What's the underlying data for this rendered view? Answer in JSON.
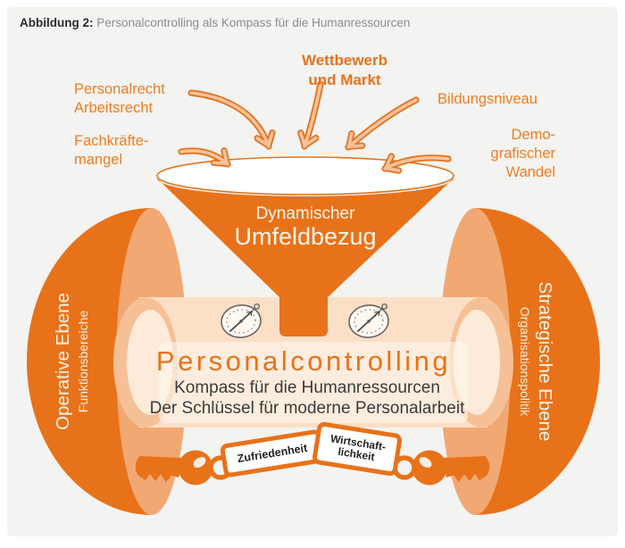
{
  "figure": {
    "title_label": "Abbildung 2:",
    "title_caption": "Personalcontrolling als Kompass für die Humanressourcen"
  },
  "factors": {
    "personalrecht": "Personalrecht\nArbeitsrecht",
    "fachkraeftemangel": "Fachkräfte-\nmangel",
    "wettbewerb_markt": "Wettbewerb\nund Markt",
    "bildungsniveau": "Bildungsniveau",
    "demografischer_wandel": "Demo-\ngrafischer\nWandel"
  },
  "funnel": {
    "line1": "Dynamischer",
    "line2": "Umfeldbezug"
  },
  "controlling": {
    "title": "Personalcontrolling",
    "subtitle1": "Kompass für die Humanressourcen",
    "subtitle2": "Der Schlüssel für moderne Personalarbeit"
  },
  "operative_ebene": {
    "title": "Operative Ebene",
    "subtitle": "Funktionsbereiche"
  },
  "strategische_ebene": {
    "title": "Strategische Ebene",
    "subtitle": "Organisationspolitik"
  },
  "keys": {
    "left_tag": "Zufriedenheit",
    "right_tag": "Wirtschaft-\nlichkeit"
  },
  "icons": {
    "compass": "compass-icon",
    "key": "key-icon"
  },
  "colors": {
    "primary_orange": "#e8721a",
    "label_orange": "#ef7d22",
    "sphere_face": "#f2a873",
    "cylinder_peach": "#fbdfc6",
    "background_gray": "#f3f3f1",
    "text_dark": "#3b3b3b"
  }
}
